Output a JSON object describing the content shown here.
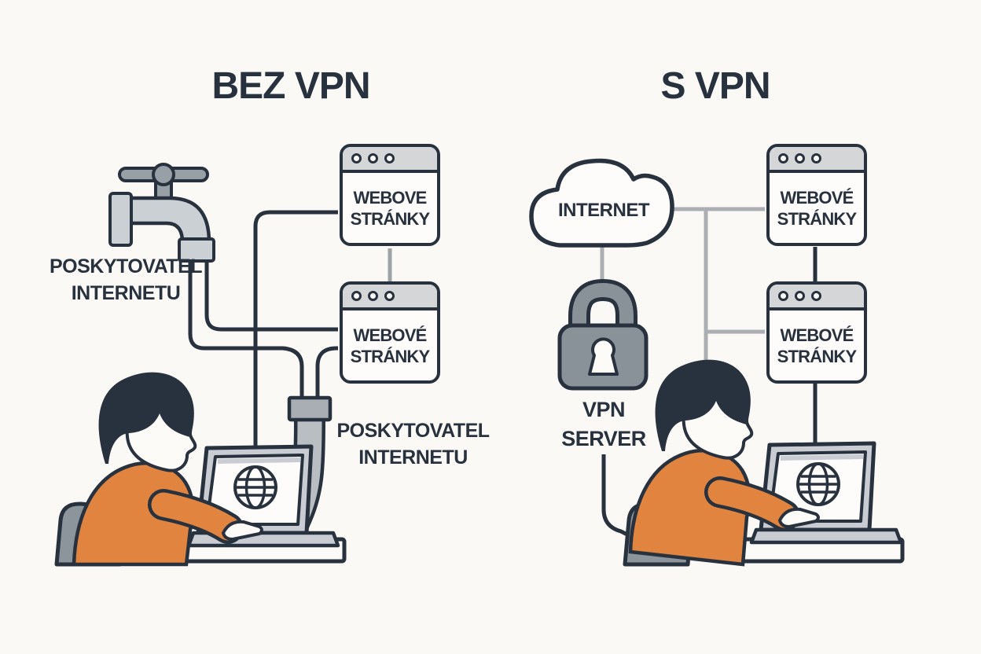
{
  "diagram": {
    "left": {
      "title": "BEZ VPN",
      "isp_label_top": [
        "POSKYTOVATEL",
        "INTERNETU"
      ],
      "isp_label_bottom": [
        "POSKYTOVATEL",
        "INTERNETU"
      ],
      "browser_top": [
        "WEBOVE",
        "STRÁNKY"
      ],
      "browser_bottom": [
        "WEBOVÉ",
        "STRÁNKY"
      ]
    },
    "right": {
      "title": "S VPN",
      "cloud_label": "INTERNET",
      "vpn_server_label": [
        "VPN",
        "SERVER"
      ],
      "browser_top": [
        "WEBOVÉ",
        "STRÁNKY"
      ],
      "browser_bottom": [
        "WEBOVÉ",
        "STRÁNKY"
      ]
    },
    "icons": {
      "left_panel": [
        "faucet-icon",
        "pipe-icon",
        "browser-window-icon",
        "browser-window-icon",
        "laptop-icon",
        "globe-icon",
        "person-icon",
        "chair-icon",
        "desk-icon"
      ],
      "right_panel": [
        "cloud-icon",
        "padlock-icon",
        "browser-window-icon",
        "browser-window-icon",
        "laptop-icon",
        "globe-icon",
        "person-icon",
        "chair-icon",
        "desk-icon"
      ]
    },
    "colors": {
      "background": "#FAF9F5",
      "ink": "#28313E",
      "accent_orange": "#E08440",
      "gray_mid": "#8C959B",
      "gray_light": "#C9CDD3",
      "connector_gray": "#ABAFB4"
    }
  }
}
